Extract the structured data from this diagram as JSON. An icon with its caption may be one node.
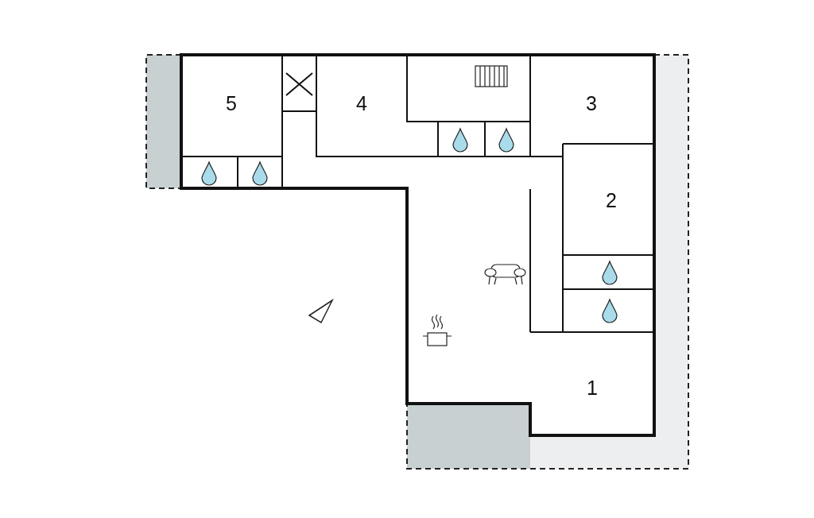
{
  "diagram": {
    "labels": [
      "5",
      "4",
      "3",
      "2",
      "1"
    ]
  }
}
